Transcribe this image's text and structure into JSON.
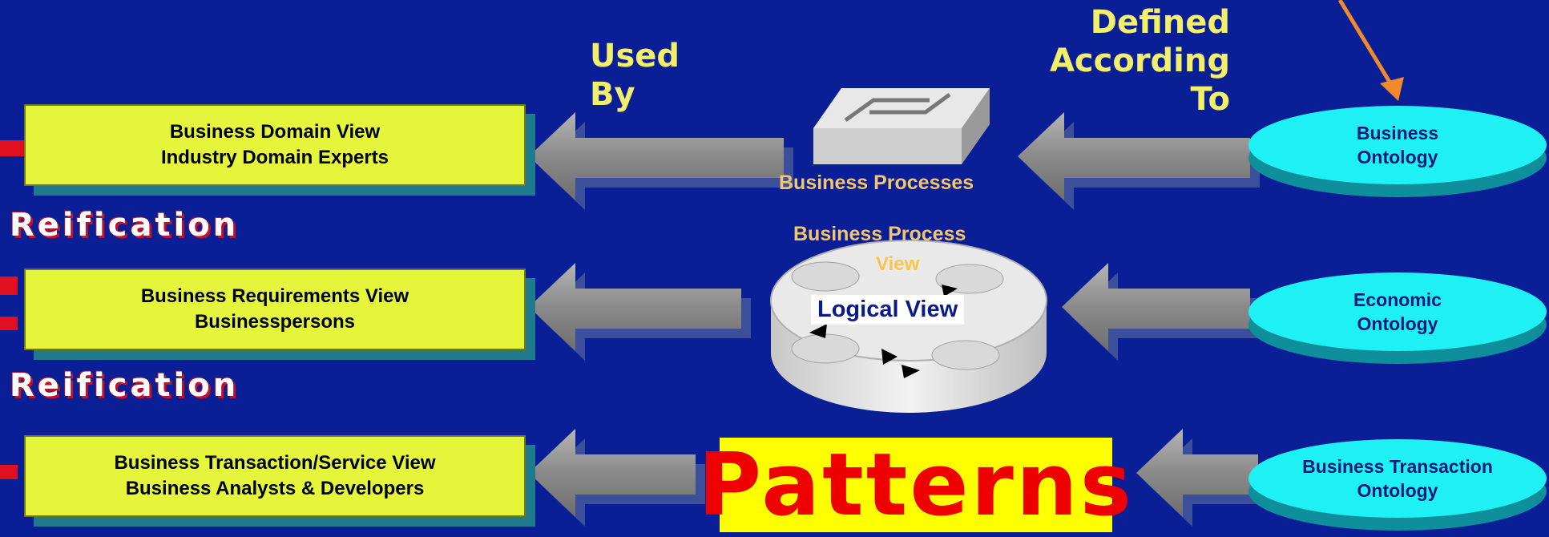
{
  "labels": {
    "used_by": [
      "Used",
      "By"
    ],
    "defined_according_to": [
      "Defined",
      "According",
      "To"
    ],
    "reification_1": "Reification",
    "reification_2": "Reification"
  },
  "views": [
    {
      "line1": "Business  Domain View",
      "line2": "Industry  Domain Experts"
    },
    {
      "line1": "Business  Requirements   View",
      "line2": "Businesspersons"
    },
    {
      "line1": "Business  Transaction/Service   View",
      "line2": "Business  Analysts  & Developers"
    }
  ],
  "center": {
    "processes_label": "Business  Processes",
    "process_view_label": "Business  Process",
    "process_view_sub": "View",
    "logical_view": "Logical  View",
    "patterns": "Patterns"
  },
  "ontologies": [
    {
      "line1": "Business",
      "line2": "Ontology"
    },
    {
      "line1": "Economic",
      "line2": "Ontology"
    },
    {
      "line1": "Business   Transaction",
      "line2": "Ontology"
    }
  ],
  "colors": {
    "background": "#0a1f96",
    "view_box": "#e4f53b",
    "ontology": "#1ff0f4",
    "arrow": "#8d8d8d",
    "reification_shadow": "#c0102a",
    "patterns_text": "#ee0000",
    "patterns_bg": "#ffff00"
  }
}
